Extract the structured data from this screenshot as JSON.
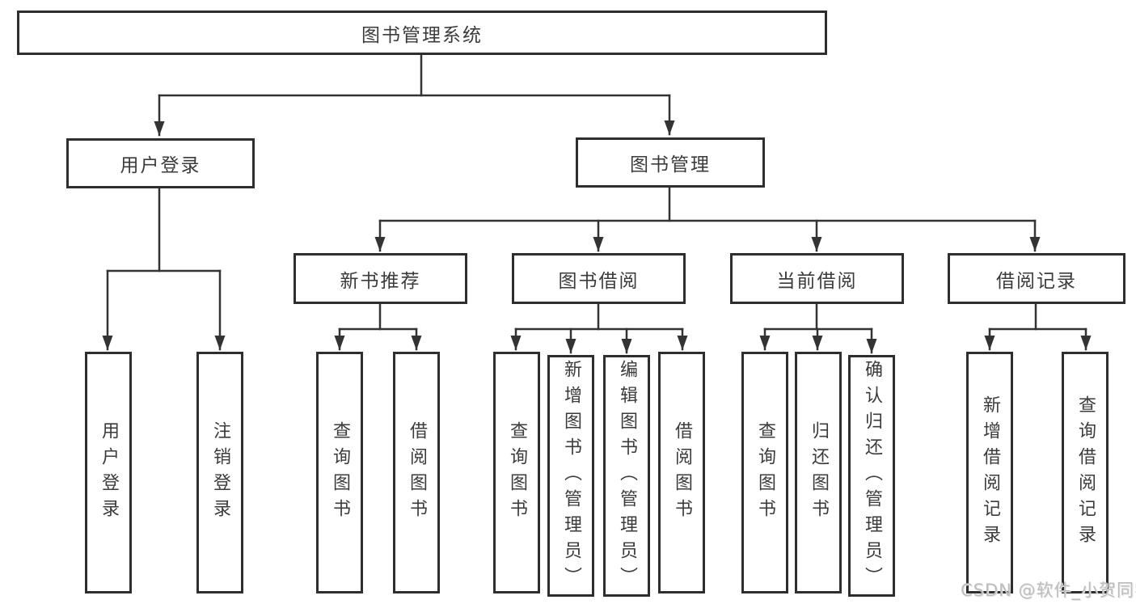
{
  "diagram": {
    "root": {
      "label": "图书管理系统"
    },
    "level2": [
      {
        "label": "用户登录"
      },
      {
        "label": "图书管理"
      }
    ],
    "level3": [
      {
        "label": "新书推荐"
      },
      {
        "label": "图书借阅"
      },
      {
        "label": "当前借阅"
      },
      {
        "label": "借阅记录"
      }
    ],
    "level4": [
      {
        "label": "用户登录"
      },
      {
        "label": "注销登录"
      },
      {
        "label": "查询图书"
      },
      {
        "label": "借阅图书"
      },
      {
        "label": "查询图书"
      },
      {
        "label": "新增图书（管理员）"
      },
      {
        "label": "编辑图书（管理员）"
      },
      {
        "label": "借阅图书"
      },
      {
        "label": "查询图书"
      },
      {
        "label": "归还图书"
      },
      {
        "label": "确认归还（管理员）"
      },
      {
        "label": "新增借阅记录"
      },
      {
        "label": "查询借阅记录"
      }
    ],
    "colors": {
      "line": "#333333",
      "box_border": "#2e2e2e",
      "text": "#3b3b3b",
      "background": "#ffffff",
      "watermark": "#bdbdbd"
    }
  },
  "watermark": {
    "text": "CSDN @软件_小贺同学"
  }
}
